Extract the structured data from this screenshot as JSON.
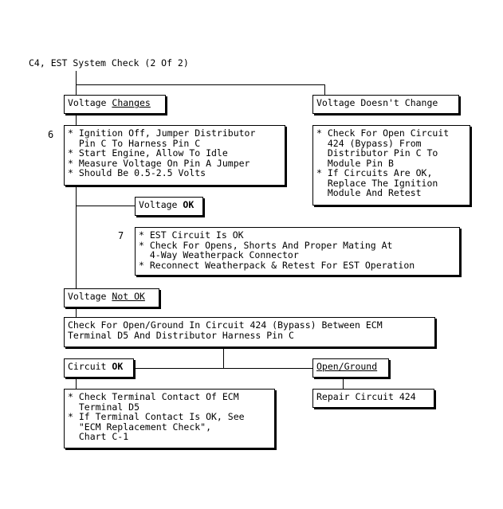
{
  "title": "C4, EST System Check (2 Of 2)",
  "step6": {
    "number": "6",
    "lines": [
      "* Ignition Off, Jumper Distributor",
      "  Pin C To Harness Pin C",
      "* Start Engine, Allow To Idle",
      "* Measure Voltage On Pin A Jumper",
      "* Should Be 0.5-2.5 Volts"
    ]
  },
  "voltage_changes": {
    "prefix": "Voltage ",
    "emph": "Changes"
  },
  "voltage_doesnt_change": "Voltage Doesn't Change",
  "open_circuit_424": [
    "* Check For Open Circuit",
    "  424 (Bypass) From",
    "  Distributor Pin C To",
    "  Module Pin B",
    "* If Circuits Are OK,",
    "  Replace The Ignition",
    "  Module And Retest"
  ],
  "voltage_ok": {
    "prefix": "Voltage ",
    "emph": "OK"
  },
  "step7": {
    "number": "7",
    "lines": [
      "* EST Circuit Is OK",
      "* Check For Opens, Shorts And Proper Mating At",
      "  4-Way Weatherpack Connector",
      "* Reconnect Weatherpack & Retest For EST Operation"
    ]
  },
  "voltage_not_ok": {
    "prefix": "Voltage ",
    "emph": "Not OK"
  },
  "check_open_ground": [
    "Check For Open/Ground In Circuit 424 (Bypass) Between ECM",
    "Terminal D5 And Distributor Harness Pin C"
  ],
  "circuit_ok": {
    "prefix": "Circuit ",
    "emph": "OK"
  },
  "open_ground": "Open/Ground",
  "check_terminal": [
    "* Check Terminal Contact Of ECM",
    "  Terminal D5",
    "* If Terminal Contact Is OK, See",
    "  \"ECM Replacement Check\",",
    "  Chart C-1"
  ],
  "repair_circuit": "Repair Circuit 424"
}
